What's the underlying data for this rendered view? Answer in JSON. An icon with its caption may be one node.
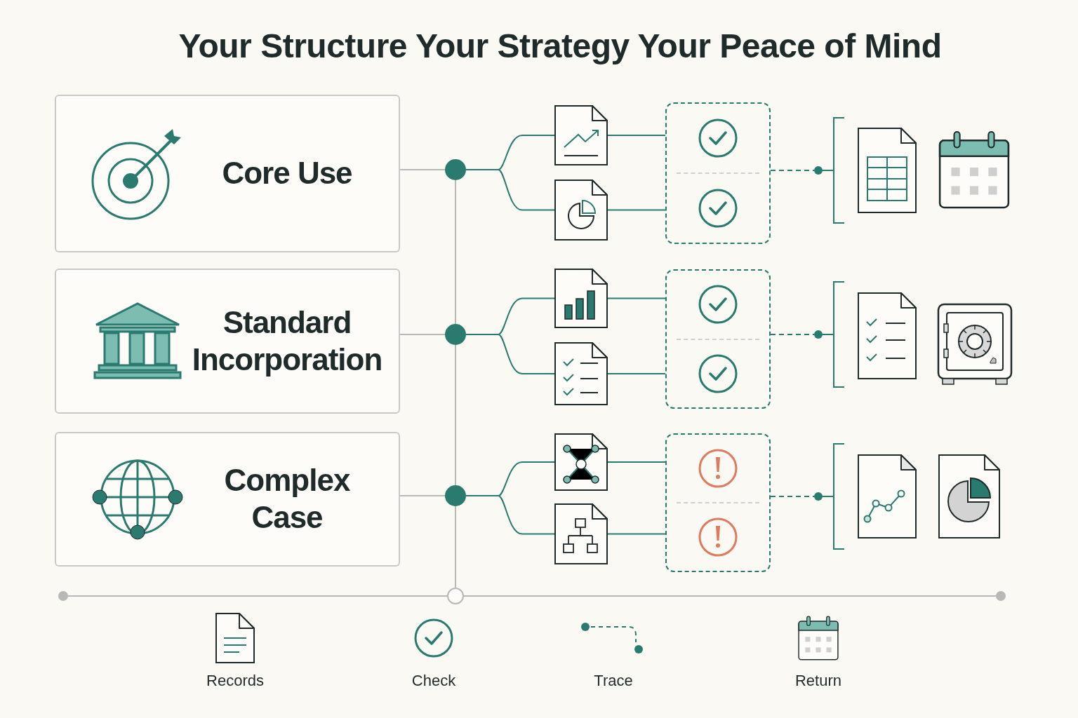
{
  "diagram": {
    "title": "Your Structure Your Strategy Your Peace of Mind",
    "nodes": [
      {
        "text": [
          "Core Use"
        ]
      },
      {
        "text": [
          "Standard Incorporation"
        ]
      },
      {
        "text": [
          "Complex Case"
        ]
      },
      {
        "text": [],
        "shape": "circle"
      },
      {
        "text": [],
        "shape": "circle"
      },
      {
        "text": [],
        "shape": "circle"
      },
      {
        "text": [],
        "shape": "circle"
      },
      {
        "text": [],
        "shape": "picture"
      },
      {
        "text": [],
        "shape": "picture"
      },
      {
        "text": [],
        "shape": "picture"
      },
      {
        "text": [],
        "shape": "picture"
      },
      {
        "text": [],
        "shape": "picture"
      },
      {
        "text": [],
        "shape": "picture"
      },
      {
        "text": [],
        "shape": "box"
      },
      {
        "text": [],
        "shape": "box"
      },
      {
        "text": [],
        "shape": "box"
      },
      {
        "text": [],
        "shape": "circle"
      },
      {
        "text": [],
        "shape": "circle"
      },
      {
        "text": [],
        "shape": "circle"
      }
    ],
    "edges": [
      {
        "from": 0,
        "to": 3,
        "arrow": "none",
        "color": "#b8b8b8"
      },
      {
        "from": 1,
        "to": 4,
        "arrow": "none",
        "color": "#b8b8b8"
      },
      {
        "from": 2,
        "to": 5,
        "arrow": "none",
        "color": "#b8b8b8"
      },
      {
        "from": 3,
        "to": 4,
        "arrow": "none",
        "color": "#b8b8b8"
      },
      {
        "from": 4,
        "to": 5,
        "arrow": "none",
        "color": "#b8b8b8"
      },
      {
        "from": 5,
        "to": 6,
        "arrow": "none",
        "color": "#b8b8b8"
      },
      {
        "from": 3,
        "to": 7,
        "arrow": "none"
      },
      {
        "from": 3,
        "to": 8,
        "arrow": "none"
      },
      {
        "from": 4,
        "to": 9,
        "arrow": "none"
      },
      {
        "from": 4,
        "to": 10,
        "arrow": "none"
      },
      {
        "from": 5,
        "to": 11,
        "arrow": "none"
      },
      {
        "from": 5,
        "to": 12,
        "arrow": "none"
      },
      {
        "from": 7,
        "to": 13,
        "arrow": "none"
      },
      {
        "from": 8,
        "to": 13,
        "arrow": "none"
      },
      {
        "from": 9,
        "to": 14,
        "arrow": "none"
      },
      {
        "from": 10,
        "to": 14,
        "arrow": "none"
      },
      {
        "from": 11,
        "to": 15,
        "arrow": "none"
      },
      {
        "from": 12,
        "to": 15,
        "arrow": "none"
      },
      {
        "from": 13,
        "to": 16,
        "arrow": "none",
        "style": "dashed"
      },
      {
        "from": 14,
        "to": 17,
        "arrow": "none",
        "style": "dashed"
      },
      {
        "from": 15,
        "to": 18,
        "arrow": "none",
        "style": "dashed"
      }
    ],
    "legend": [
      {
        "text": "Records"
      },
      {
        "text": "Check"
      },
      {
        "text": "Trace"
      },
      {
        "text": "Return"
      }
    ]
  }
}
